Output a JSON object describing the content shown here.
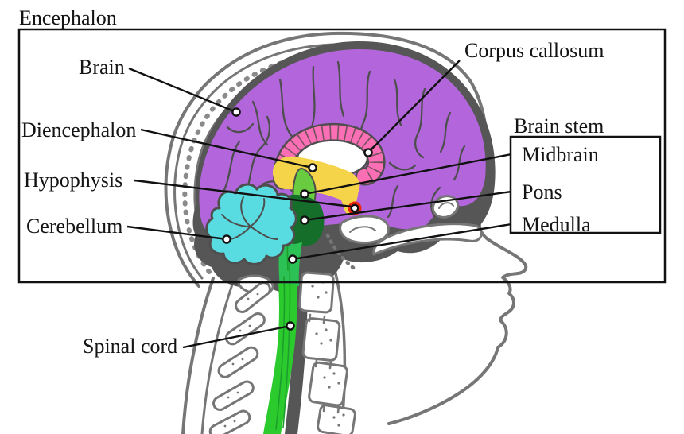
{
  "figure": {
    "title": "Encephalon",
    "type": "sagittal head anatomy diagram"
  },
  "labels": {
    "encephalon": "Encephalon",
    "brain": "Brain",
    "corpus_callosum": "Corpus callosum",
    "diencephalon": "Diencephalon",
    "hypophysis": "Hypophysis",
    "cerebellum": "Cerebellum",
    "brain_stem": "Brain stem",
    "midbrain": "Midbrain",
    "pons": "Pons",
    "medulla": "Medulla",
    "spinal_cord": "Spinal cord"
  },
  "colors": {
    "cerebrum": "#b366dc",
    "corpus_callosum": "#fd6fb5",
    "diencephalon": "#f6d44a",
    "midbrain": "#68cb40",
    "pons": "#156e2a",
    "medulla": "#2cc155",
    "spinal_cord": "#2bcb2e",
    "cerebellum": "#58dce2",
    "hypophysis_dot": "#ee2413",
    "dura": "#565656",
    "bone_outline": "#767676",
    "line": "#111111"
  }
}
